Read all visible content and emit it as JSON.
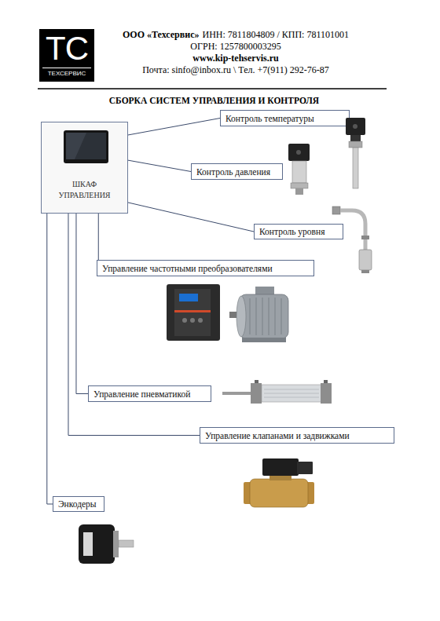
{
  "diagram": {
    "title": "СБОРКА СИСТЕМ УПРАВЛЕНИЯ И КОНТРОЛЯ",
    "nodes": [
      {
        "text": [
          "ТС",
          "ТЕХСЕРВИС"
        ]
      },
      {
        "text": [
          "ШКАФ УПРАВЛЕНИЯ"
        ]
      },
      {
        "text": [
          "Контроль температуры"
        ]
      },
      {
        "text": [
          "Контроль давления"
        ]
      },
      {
        "text": [
          "Контроль уровня"
        ]
      },
      {
        "text": [
          "Управление частотными преобразователями"
        ]
      },
      {
        "text": [
          "Управление пневматикой"
        ]
      },
      {
        "text": [
          "Управление клапанами и задвижками"
        ]
      },
      {
        "text": [
          "Энкодеры"
        ]
      }
    ],
    "edges": [
      {
        "from": 1,
        "to": 2,
        "arrow": "none"
      },
      {
        "from": 1,
        "to": 3,
        "arrow": "none"
      },
      {
        "from": 1,
        "to": 4,
        "arrow": "none"
      },
      {
        "from": 1,
        "to": 5,
        "arrow": "none"
      },
      {
        "from": 1,
        "to": 6,
        "arrow": "none"
      },
      {
        "from": 1,
        "to": 7,
        "arrow": "none"
      },
      {
        "from": 1,
        "to": 8,
        "arrow": "none"
      }
    ],
    "labels": [
      "ООО «Техсервис»",
      "ИНН: 7811804809 / КПП: 781101001",
      "ОГРН: 1257800003295",
      "www.kip-tehservis.ru",
      "Почта: sinfo@inbox.ru \\ Тел. +7(911) 292-76-87"
    ]
  }
}
